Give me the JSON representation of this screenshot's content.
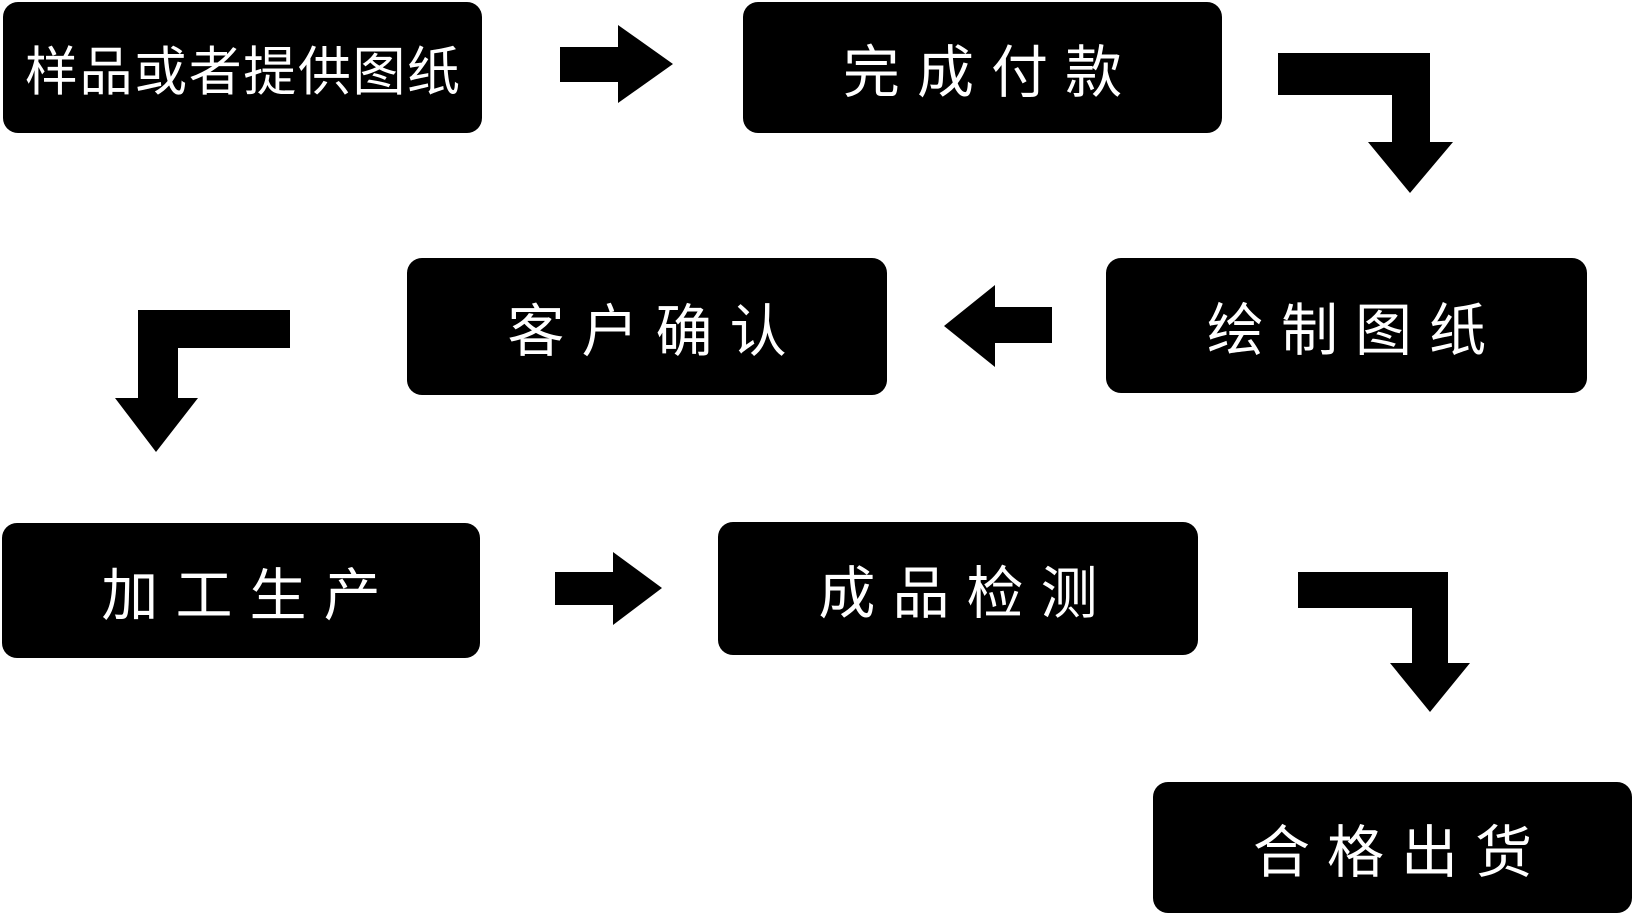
{
  "diagram": {
    "background_color": "#ffffff",
    "node_color": "#000000",
    "node_text_color": "#ffffff",
    "steps": [
      {
        "id": "sample-or-drawing",
        "label": "样品或者提供图纸"
      },
      {
        "id": "payment",
        "label": "完成付款"
      },
      {
        "id": "draw-drawing",
        "label": "绘制图纸"
      },
      {
        "id": "customer-confirm",
        "label": "客户确认"
      },
      {
        "id": "production",
        "label": "加工生产"
      },
      {
        "id": "inspection",
        "label": "成品检测"
      },
      {
        "id": "shipment",
        "label": "合格出货"
      }
    ],
    "connections": [
      {
        "from": "样品或者提供图纸",
        "to": "完成付款",
        "direction": "right"
      },
      {
        "from": "完成付款",
        "to": "绘制图纸",
        "direction": "down-elbow"
      },
      {
        "from": "绘制图纸",
        "to": "客户确认",
        "direction": "left"
      },
      {
        "from": "客户确认",
        "to": "加工生产",
        "direction": "down-elbow"
      },
      {
        "from": "加工生产",
        "to": "成品检测",
        "direction": "right"
      },
      {
        "from": "成品检测",
        "to": "合格出货",
        "direction": "down-elbow"
      }
    ]
  }
}
